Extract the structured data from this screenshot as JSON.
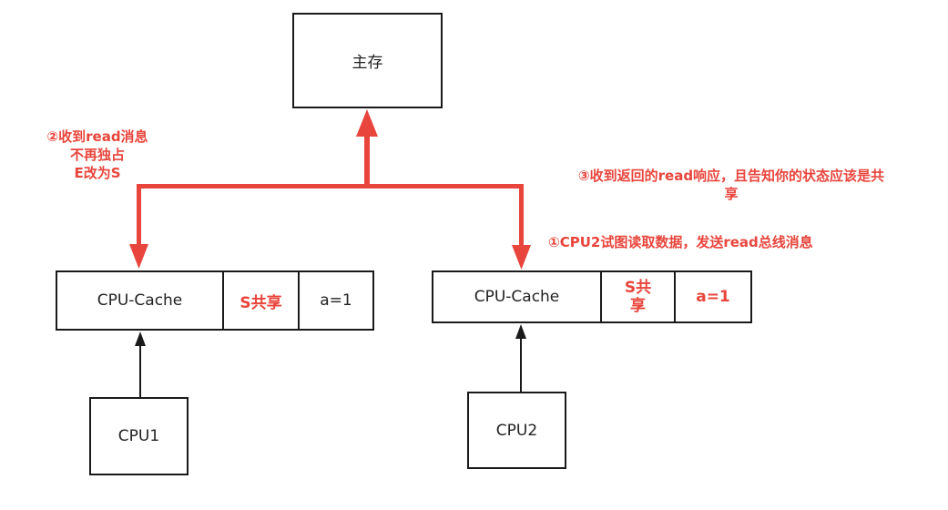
{
  "main_memory": {
    "label": "主存"
  },
  "left_node": {
    "cache_label": "CPU-Cache",
    "state": "S共享",
    "value": "a=1",
    "cpu_label": "CPU1"
  },
  "right_node": {
    "cache_label": "CPU-Cache",
    "state_line1": "S共",
    "state_line2": "享",
    "value": "a=1",
    "cpu_label": "CPU2"
  },
  "annotations": {
    "step2_line1": "②收到read消息",
    "step2_line2": "不再独占",
    "step2_line3": "E改为S",
    "step3_line1": "③收到返回的read响应，且告知你的状态应该是共",
    "step3_line2": "享",
    "step1": "①CPU2试图读取数据，发送read总线消息"
  },
  "colors": {
    "accent": "#e8453c",
    "border": "#1a1a1a"
  }
}
